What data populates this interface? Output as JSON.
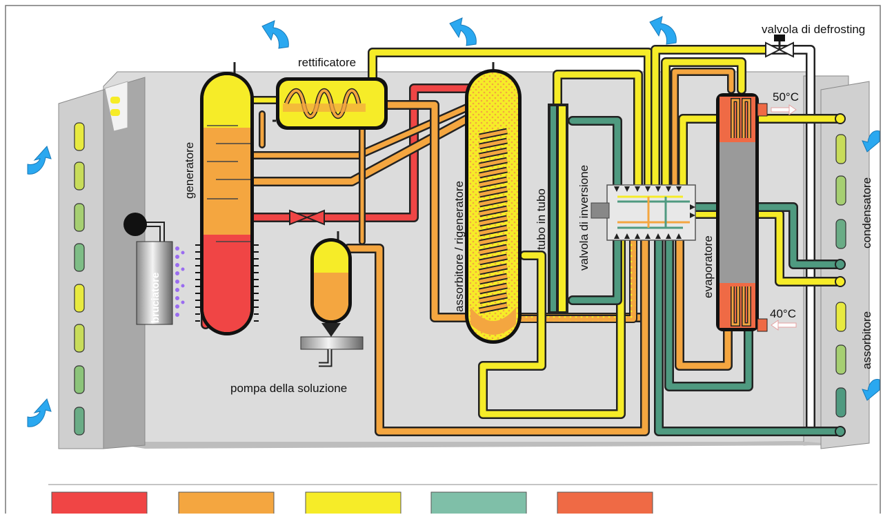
{
  "labels": {
    "rettificatore": "rettificatore",
    "generatore": "generatore",
    "bruciatore": "bruciatore",
    "assorbitore_rigeneratore": "assorbitore / rigeneratore",
    "tubo_in_tubo": "tubo in tubo",
    "valvola_inversione": "valvola di inversione",
    "evaporatore": "evaporatore",
    "valvola_defrosting": "valvola di defrosting",
    "pompa": "pompa della soluzione",
    "condensatore": "condensatore",
    "assorbitore": "assorbitore",
    "temp_hot": "50°C",
    "temp_cold": "40°C"
  },
  "colors": {
    "red": "#f04545",
    "orange": "#f4a640",
    "yellow": "#f6ec28",
    "green": "#4f9a80",
    "coral": "#ef6a45",
    "wall": "#c6c6c6",
    "panel": "#dcdcdc",
    "air": "#2aa8f0"
  },
  "legend_swatches": [
    "red",
    "orange",
    "yellow",
    "green",
    "coral"
  ]
}
